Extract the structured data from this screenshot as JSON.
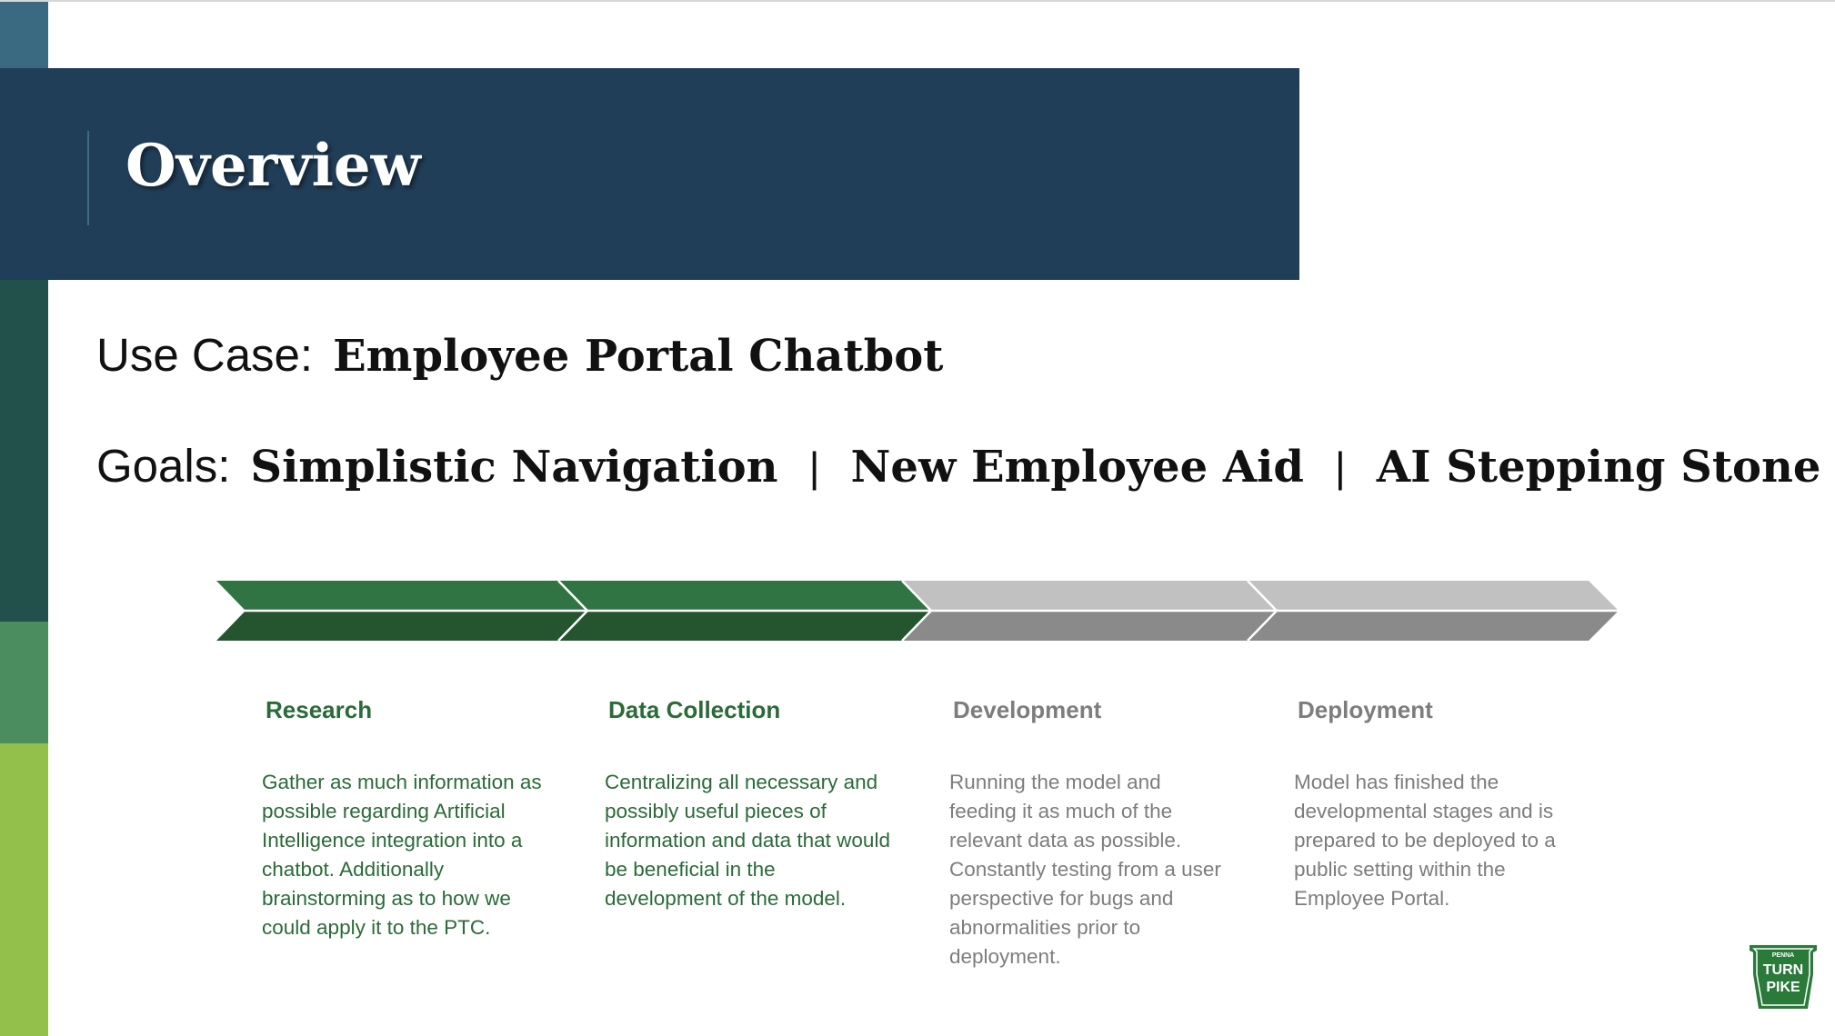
{
  "slide": {
    "title": "Overview",
    "use_case": {
      "label": "Use Case:",
      "value": "Employee Portal Chatbot"
    },
    "goals": {
      "label": "Goals:",
      "items": [
        "Simplistic Navigation",
        "New Employee Aid",
        "AI Stepping Stone"
      ],
      "separator": "|"
    }
  },
  "timeline": {
    "stages": [
      {
        "title": "Research",
        "status": "complete",
        "description": "Gather as much information as possible regarding Artificial Intelligence integration into a chatbot. Additionally brainstorming as to how we could apply it to the PTC."
      },
      {
        "title": "Data Collection",
        "status": "complete",
        "description": "Centralizing all necessary and possibly useful pieces of information and data that would be beneficial in the development of the model."
      },
      {
        "title": "Development",
        "status": "pending",
        "description": "Running the model and feeding it as much of the relevant data as possible. Constantly testing from a user perspective for bugs and abnormalities prior to deployment."
      },
      {
        "title": "Deployment",
        "status": "pending",
        "description": "Model has finished the developmental stages and is prepared to be deployed to a public setting within the Employee Portal."
      }
    ]
  },
  "logo": {
    "top": "PENNA",
    "line1": "TURN",
    "line2": "PIKE"
  },
  "colors": {
    "banner": "#213e58",
    "complete_top": "#317444",
    "complete_bottom": "#24552f",
    "pending_top": "#c1c1c1",
    "pending_bottom": "#8a8a8a",
    "complete_text": "#2a6b38",
    "pending_text": "#7d7d7d",
    "logo_green": "#2a7a3a"
  }
}
